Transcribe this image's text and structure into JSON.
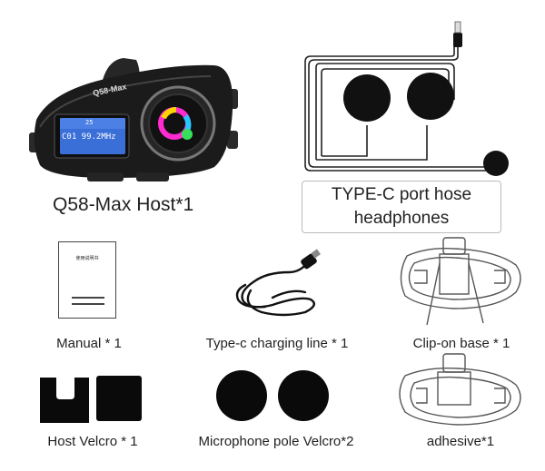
{
  "host": {
    "brand_label": "Q58-Max",
    "screen_line1": "C01 99.2MHz",
    "screen_status": "25",
    "title": "Q58-Max Host*1"
  },
  "headphones": {
    "label_line1": "TYPE-C port hose",
    "label_line2": "headphones"
  },
  "manual": {
    "cover_text": "使用说明书",
    "caption": "Manual * 1"
  },
  "cable": {
    "caption": "Type-c charging line * 1"
  },
  "clip_base": {
    "caption": "Clip-on base * 1"
  },
  "host_velcro": {
    "caption": "Host Velcro * 1"
  },
  "mic_velcro": {
    "caption": "Microphone pole Velcro*2"
  },
  "adhesive": {
    "caption": "adhesive*1"
  },
  "colors": {
    "ink": "#222222",
    "device_body": "#1c1c1c",
    "screen": "#3b6fd8",
    "border_gray": "#bbbbbb"
  }
}
